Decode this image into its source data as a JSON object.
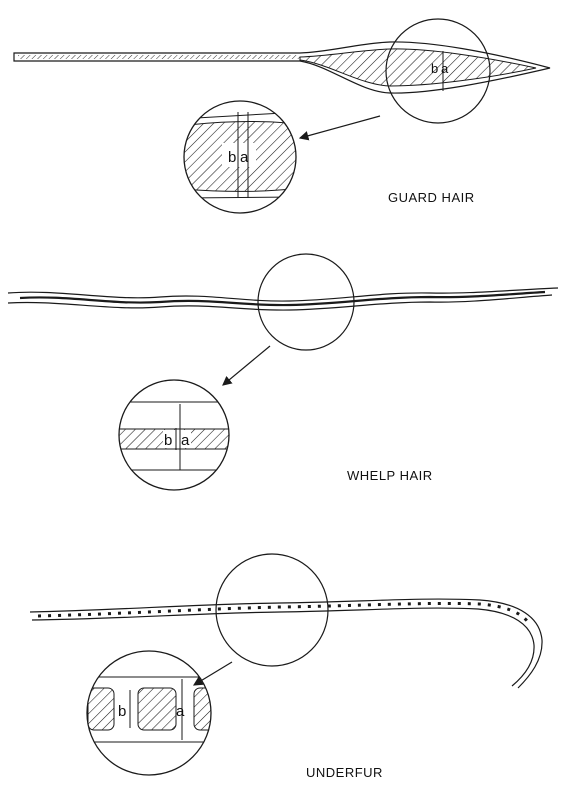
{
  "panels": [
    {
      "caption": "GUARD HAIR",
      "labels": {
        "b": "b",
        "a": "a"
      }
    },
    {
      "caption": "WHELP HAIR",
      "labels": {
        "b": "b",
        "a": "a"
      }
    },
    {
      "caption": "UNDERFUR",
      "labels": {
        "b": "b",
        "a": "a"
      }
    }
  ]
}
